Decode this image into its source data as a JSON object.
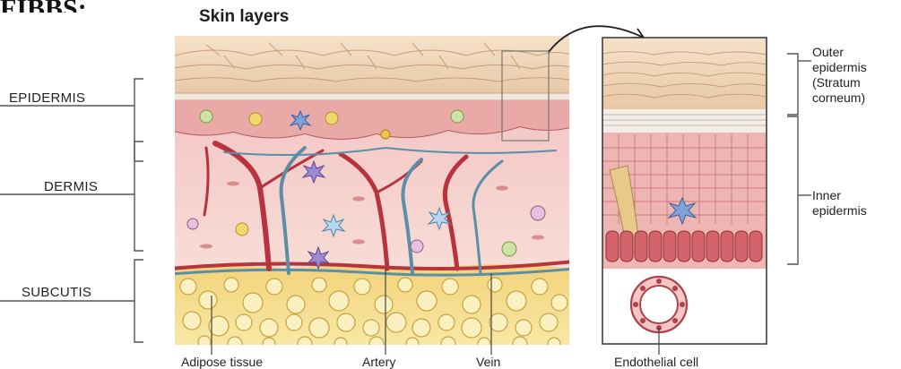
{
  "cutoff_heading": "FIBBS:",
  "title": "Skin layers",
  "layers": {
    "epidermis": "EPIDERMIS",
    "dermis": "DERMIS",
    "subcutis": "SUBCUTIS"
  },
  "right_labels": {
    "outer": [
      "Outer",
      "epidermis",
      "(Stratum",
      "corneum)"
    ],
    "inner": [
      "Inner",
      "epidermis"
    ]
  },
  "bottom_labels": {
    "adipose": "Adipose tissue",
    "artery": "Artery",
    "vein": "Vein",
    "endothelial": "Endothelial cell"
  },
  "colors": {
    "stratum": "#f1d6b8",
    "epidermis_pink": "#e8a4a6",
    "dermis": "#f6d3d2",
    "fat": "#f7e08a",
    "artery": "#b8343d",
    "vein": "#5b8fa8"
  }
}
